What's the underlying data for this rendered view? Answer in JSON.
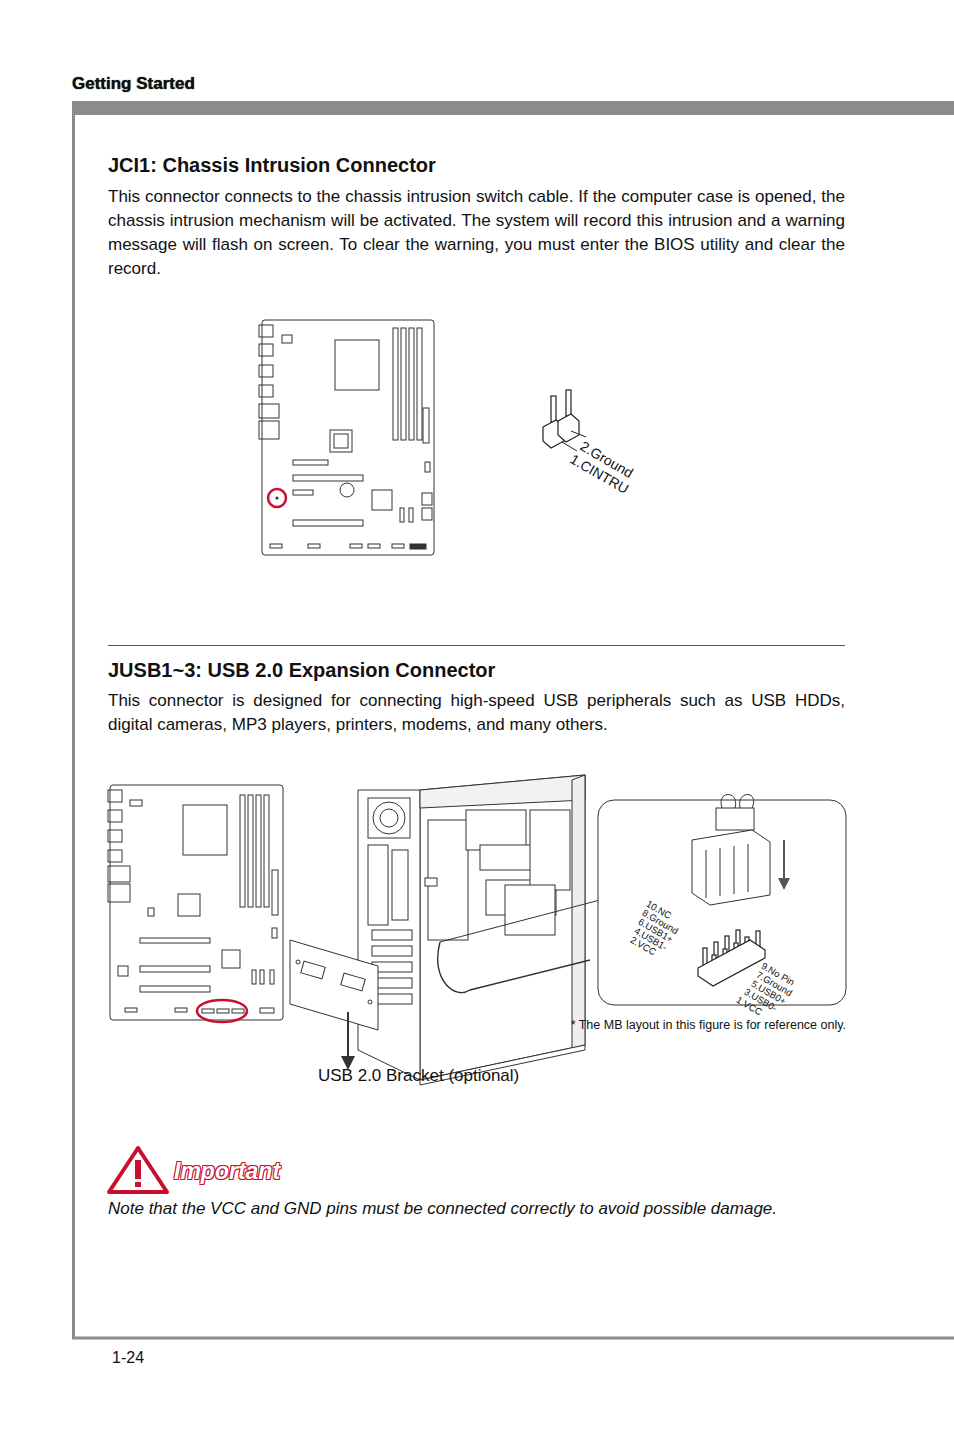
{
  "diagram": {
    "labels": [
      "Getting Started",
      "JCI1: Chassis Intrusion Connector",
      "This connector connects to the chassis intrusion switch cable. If the computer case is opened, the chassis intrusion mechanism will be activated. The system will record this intrusion and a warning message will flash on screen. To clear the warning, you must enter the BIOS utility and clear the record.",
      "2.Ground",
      "1.CINTRU",
      "JUSB1~3: USB 2.0 Expansion Connector",
      "This connector is designed for connecting high-speed USB peripherals such as USB HDDs, digital cameras, MP3 players, printers, modems, and many others.",
      "10.NC",
      "8.Ground",
      "6.USB1+",
      "4.USB1-",
      "2.VCC",
      "9.No Pin",
      "7.Ground",
      "5.USB0+",
      "3.USB0-",
      "1.VCC",
      "* The MB layout in this figure is for reference only.",
      "USB 2.0 Bracket (optional)",
      "Important",
      "Note that the VCC and GND pins must be connected correctly to avoid possible damage.",
      "1-24"
    ]
  }
}
